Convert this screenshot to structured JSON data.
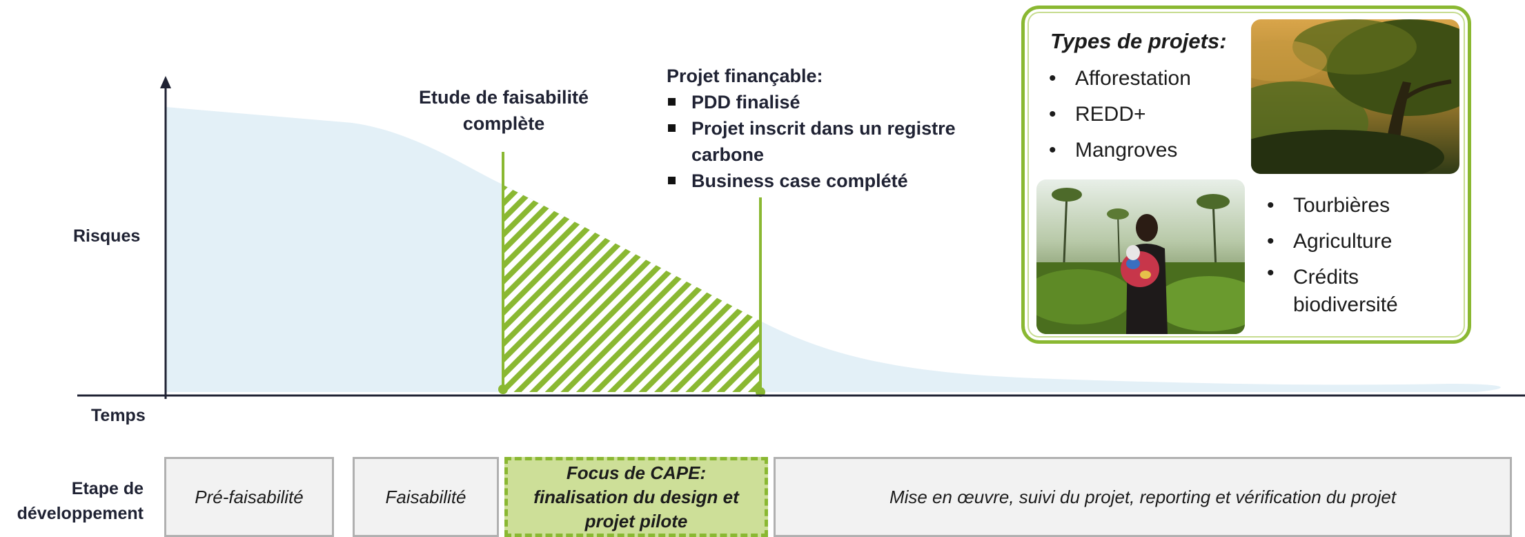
{
  "axes": {
    "y_label": "Risques",
    "x_label": "Temps",
    "stage_label": "Etape de développement"
  },
  "milestones": {
    "first": {
      "title": "Etude de faisabilité complète"
    },
    "second": {
      "title": "Projet finançable:",
      "items": [
        "PDD finalisé",
        "Projet inscrit dans un registre carbone",
        "Business case complété"
      ]
    }
  },
  "project_types": {
    "title": "Types de projets:",
    "list_a": [
      "Afforestation",
      "REDD+",
      "Mangroves"
    ],
    "list_b": [
      "Tourbières",
      "Agriculture",
      "Crédits biodiversité"
    ]
  },
  "stages": [
    {
      "label": "Pré-faisabilité",
      "focus": false
    },
    {
      "label": "Faisabilité",
      "focus": false
    },
    {
      "label": "Focus de CAPE: finalisation du design et projet pilote",
      "focus": true
    },
    {
      "label": "Mise en œuvre, suivi du projet, reporting et vérification du projet",
      "focus": false
    }
  ],
  "colors": {
    "risk_area": "#e3f0f7",
    "accent_green": "#8ab832",
    "focus_fill": "#cddf98",
    "axis": "#1f2233"
  },
  "images": {
    "forest_photo": "forest-canopy-image",
    "people_photo": "woman-carrying-child-in-field-image"
  }
}
